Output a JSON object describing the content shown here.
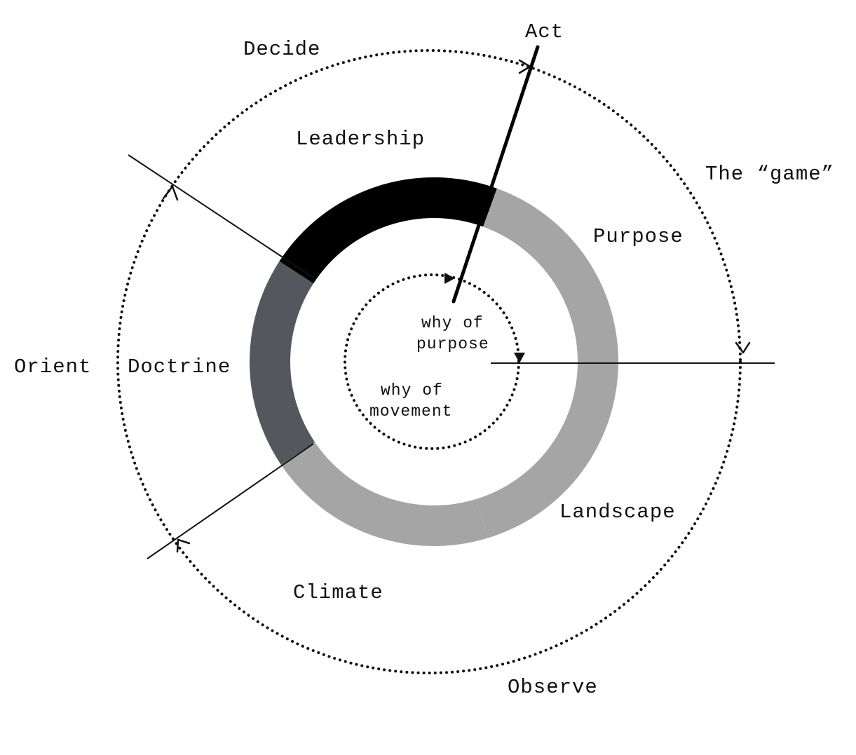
{
  "labels": {
    "act": "Act",
    "decide": "Decide",
    "game": "The “game”",
    "leadership": "Leadership",
    "purpose": "Purpose",
    "orient": "Orient",
    "doctrine": "Doctrine",
    "landscape": "Landscape",
    "climate": "Climate",
    "observe": "Observe",
    "why_purpose_1": "why of",
    "why_purpose_2": "purpose",
    "why_movement_1": "why of",
    "why_movement_2": "movement"
  },
  "colors": {
    "leadership": "#000000",
    "doctrine": "#54585e",
    "purpose": "#a4a5a4",
    "landscape": "#a4a5a4",
    "climate": "#a4a5a4",
    "line": "#111111"
  }
}
